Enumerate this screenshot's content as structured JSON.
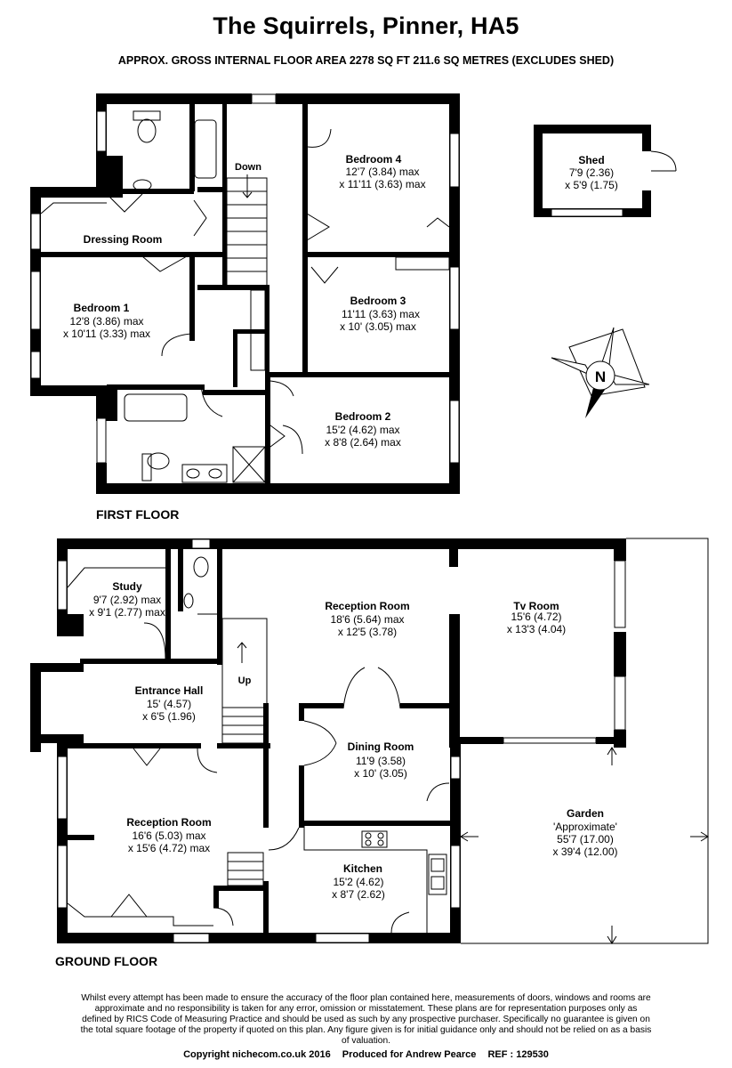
{
  "header": {
    "title": "The Squirrels, Pinner, HA5",
    "subtitle": "APPROX. GROSS INTERNAL FLOOR AREA 2278 SQ FT 211.6 SQ METRES (EXCLUDES SHED)"
  },
  "first_floor": {
    "label": "FIRST FLOOR",
    "stairs_label": "Down",
    "rooms": [
      {
        "name": "Bedroom 4",
        "dim1": "12'7 (3.84) max",
        "dim2": "x 11'11 (3.63) max"
      },
      {
        "name": "Dressing Room",
        "dim1": "",
        "dim2": ""
      },
      {
        "name": "Bedroom 1",
        "dim1": "12'8 (3.86) max",
        "dim2": "x 10'11 (3.33) max"
      },
      {
        "name": "Bedroom 3",
        "dim1": "11'11 (3.63) max",
        "dim2": "x 10' (3.05) max"
      },
      {
        "name": "Bedroom 2",
        "dim1": "15'2 (4.62) max",
        "dim2": "x 8'8 (2.64) max"
      }
    ]
  },
  "shed": {
    "name": "Shed",
    "dim1": "7'9 (2.36)",
    "dim2": "x 5'9 (1.75)"
  },
  "compass": {
    "letter": "N"
  },
  "ground_floor": {
    "label": "GROUND FLOOR",
    "stairs_label": "Up",
    "rooms": [
      {
        "name": "Study",
        "dim1": "9'7 (2.92) max",
        "dim2": "x 9'1 (2.77) max"
      },
      {
        "name": "Reception Room",
        "dim1": "18'6 (5.64) max",
        "dim2": "x 12'5 (3.78)"
      },
      {
        "name": "Tv Room",
        "dim1": "15'6 (4.72)",
        "dim2": "x 13'3 (4.04)"
      },
      {
        "name": "Entrance Hall",
        "dim1": "15' (4.57)",
        "dim2": "x 6'5 (1.96)"
      },
      {
        "name": "Dining Room",
        "dim1": "11'9 (3.58)",
        "dim2": "x 10' (3.05)"
      },
      {
        "name": "Reception Room",
        "dim1": "16'6 (5.03) max",
        "dim2": "x 15'6 (4.72) max"
      },
      {
        "name": "Kitchen",
        "dim1": "15'2 (4.62)",
        "dim2": "x 8'7 (2.62)"
      }
    ],
    "garden": {
      "name": "Garden",
      "note": "'Approximate'",
      "dim1": "55'7 (17.00)",
      "dim2": "x 39'4 (12.00)"
    }
  },
  "disclaimer": "Whilst every attempt has been made to ensure the accuracy of the floor plan contained here, measurements of doors, windows and rooms are approximate and no responsibility is taken for any error, omission or misstatement. These plans are for representation purposes only as defined by RICS Code of Measuring Practice and should be used as such by any prospective purchaser. Specifically no guarantee is given on the total square footage of the property if quoted on this plan. Any figure given is for initial guidance only and should not be relied on as a basis of valuation.",
  "footer": {
    "copyright": "Copyright nichecom.co.uk 2016",
    "produced_for": "Produced for Andrew Pearce",
    "ref": "REF :  129530"
  }
}
